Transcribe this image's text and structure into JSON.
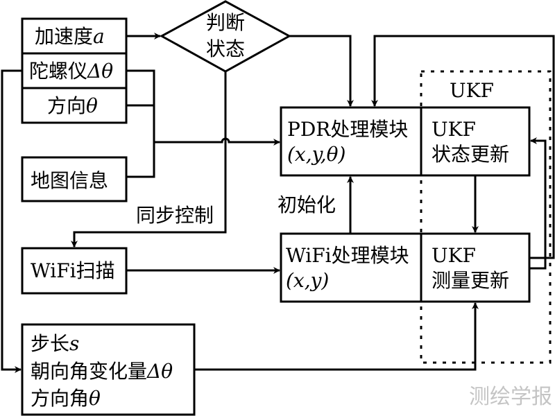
{
  "diagram": {
    "sensors": {
      "accel": "加速度",
      "accel_sym": "a",
      "gyro": "陀螺仪",
      "gyro_sym": "Δθ",
      "heading": "方向",
      "heading_sym": "θ"
    },
    "map_info": "地图信息",
    "decision": {
      "line1": "判断",
      "line2": "状态"
    },
    "sync_label": "同步控制",
    "wifi_scan": "WiFi扫描",
    "init_label": "初始化",
    "pdr_module": {
      "title": "PDR处理模块",
      "output": "(x,y,θ)"
    },
    "wifi_module": {
      "title": "WiFi处理模块",
      "output": "(x,y)"
    },
    "ukf_group_label": "UKF",
    "ukf_state": {
      "line1": "UKF",
      "line2": "状态更新"
    },
    "ukf_measure": {
      "line1": "UKF",
      "line2": "测量更新"
    },
    "step_box": {
      "line1": "步长",
      "line1_sym": "s",
      "line2": "朝向角变化量",
      "line2_sym": "Δθ",
      "line3": "方向角",
      "line3_sym": "θ"
    },
    "watermark": "测绘学报"
  }
}
